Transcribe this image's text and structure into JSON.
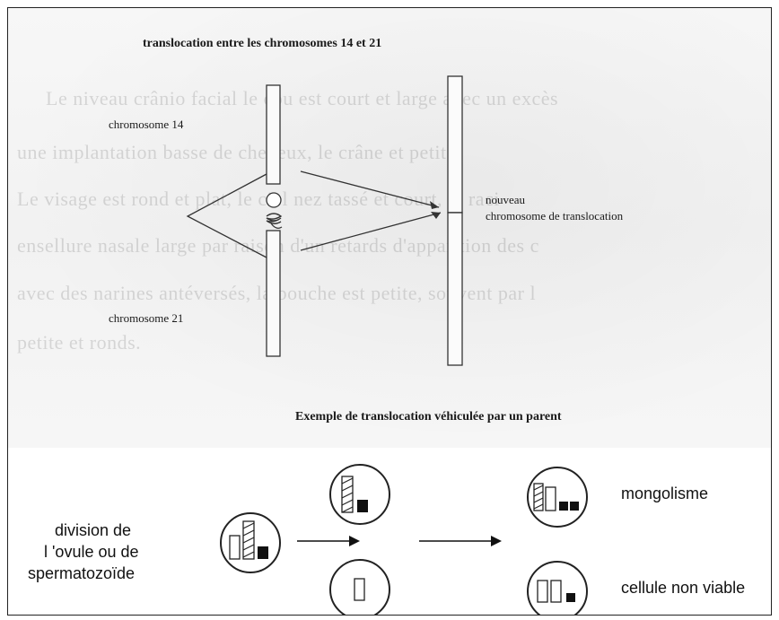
{
  "top_diagram": {
    "title": "translocation entre les chromosomes 14 et 21",
    "chromosome_14_label": "chromosome 14",
    "chromosome_21_label": "chromosome 21",
    "new_chromosome_label_line1": "nouveau",
    "new_chromosome_label_line2": "chromosome de translocation"
  },
  "background_text": {
    "line1": "Le niveau crânio facial le cou est court et large avec un excès",
    "line2": "une implantation basse de cheveux, le crâne et petite.",
    "line3": "Le visage est rond et plat, le ciel nez tassé et court, la raci",
    "line4": "ensellure nasale large par raison d'un retards d'apparition des c",
    "line5": "avec des narines antéversés, la bouche est petite, souvent par l",
    "line6": "petite et ronds."
  },
  "bottom_diagram": {
    "title": "Exemple de translocation véhiculée par un parent",
    "division_label_line1": "division de",
    "division_label_line2": "l 'ovule ou de",
    "division_label_line3": "spermatozoïde",
    "outcome_1": "mongolisme",
    "outcome_2": "cellule non viable"
  }
}
